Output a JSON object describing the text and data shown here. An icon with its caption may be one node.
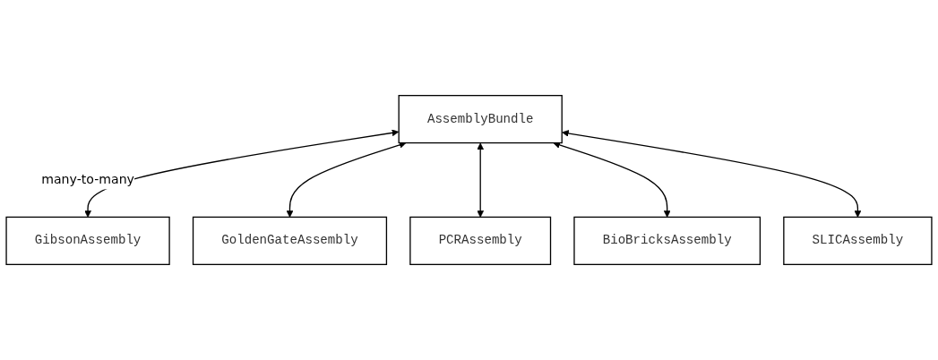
{
  "diagram": {
    "nodes": [
      {
        "text": [
          "AssemblyBundle"
        ]
      },
      {
        "text": [
          "GibsonAssembly"
        ]
      },
      {
        "text": [
          "SLICAssembly"
        ]
      },
      {
        "text": [
          "GoldenGateAssembly"
        ]
      },
      {
        "text": [
          "BioBricksAssembly"
        ]
      },
      {
        "text": [
          "PCRAssembly"
        ]
      }
    ],
    "edges": [
      {
        "from": 0,
        "to": 1,
        "arrow": "both",
        "label": "many-to-many"
      },
      {
        "from": 0,
        "to": 3,
        "arrow": "both"
      },
      {
        "from": 0,
        "to": 5,
        "arrow": "both"
      },
      {
        "from": 0,
        "to": 4,
        "arrow": "both"
      },
      {
        "from": 0,
        "to": 2,
        "arrow": "both"
      }
    ]
  }
}
